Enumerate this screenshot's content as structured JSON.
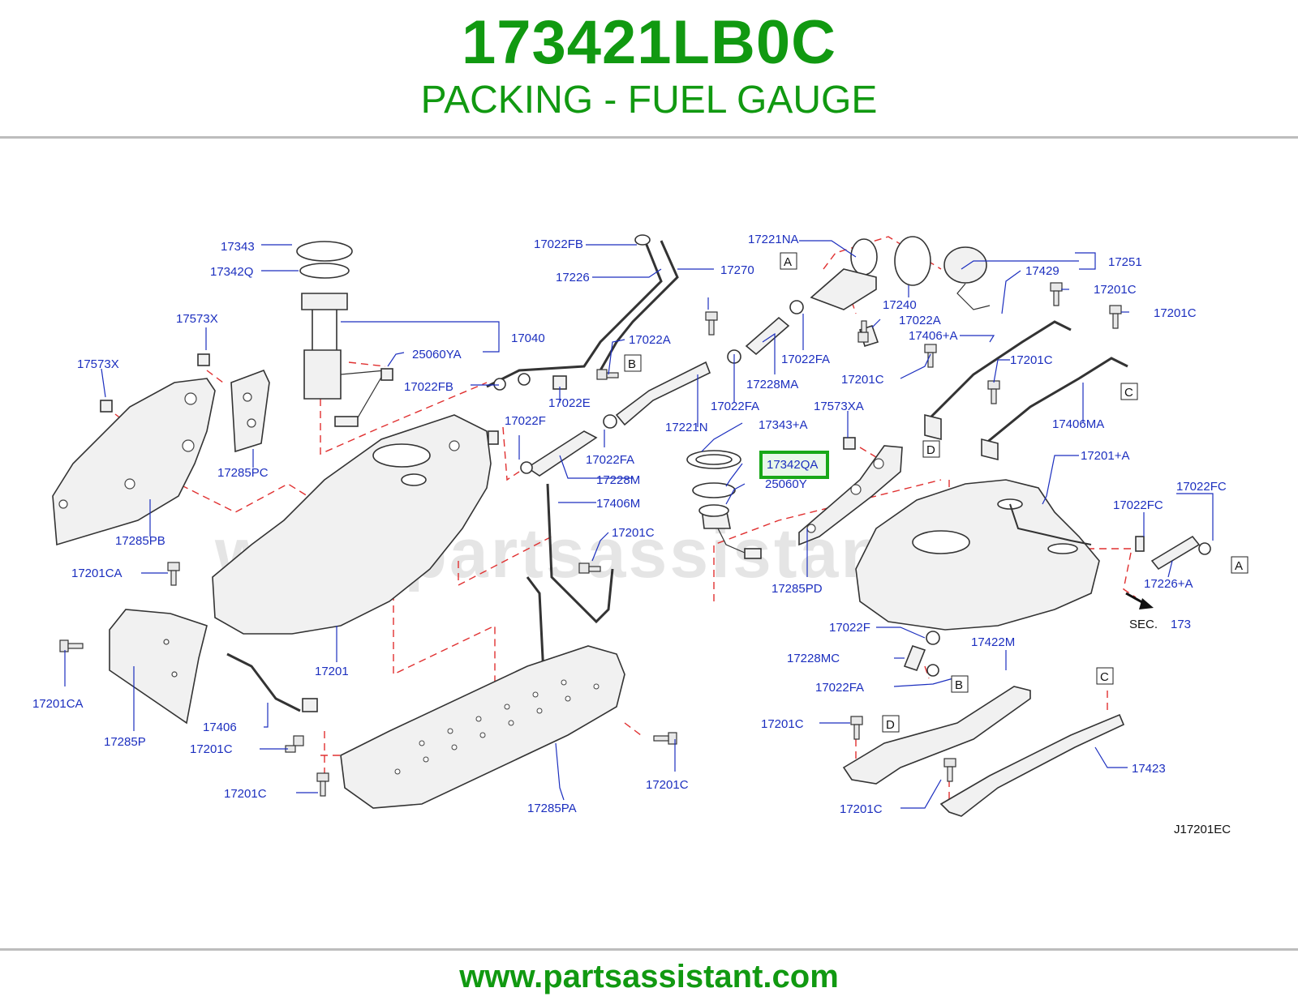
{
  "header": {
    "part_number": "173421LB0C",
    "description": "PACKING - FUEL GAUGE"
  },
  "footer": {
    "site": "www.partsassistant.com"
  },
  "diagram": {
    "watermark": "www.partsassistant.com",
    "code": "J17201EC",
    "sec_label": "SEC.",
    "sec_number": "173",
    "highlight": "17342QA",
    "labels": [
      "17343",
      "17342Q",
      "17573X",
      "17573X",
      "17040",
      "25060YA",
      "17022FB",
      "17285PC",
      "17285PB",
      "17022FB",
      "17226",
      "17270",
      "17022A",
      "17022E",
      "17022F",
      "17022FA",
      "17228M",
      "17406M",
      "17201C",
      "17221NA",
      "17240",
      "17022A",
      "17022FA",
      "17228MA",
      "17022FA",
      "17221N",
      "17343+A",
      "17342QA",
      "25060Y",
      "17573XA",
      "17285PD",
      "17251",
      "17429",
      "17201C",
      "17201C",
      "17406+A",
      "17201C",
      "17201C",
      "17406MA",
      "17201+A",
      "17022FC",
      "17022FC",
      "17226+A",
      "17201CA",
      "17201CA",
      "17285P",
      "17406",
      "17201C",
      "17201",
      "17201C",
      "17285PA",
      "17201C",
      "17022F",
      "17228MC",
      "17022FA",
      "17422M",
      "17201C",
      "17423",
      "17201C"
    ],
    "callouts": [
      "A",
      "B",
      "C",
      "D",
      "A",
      "B",
      "C",
      "D"
    ]
  }
}
